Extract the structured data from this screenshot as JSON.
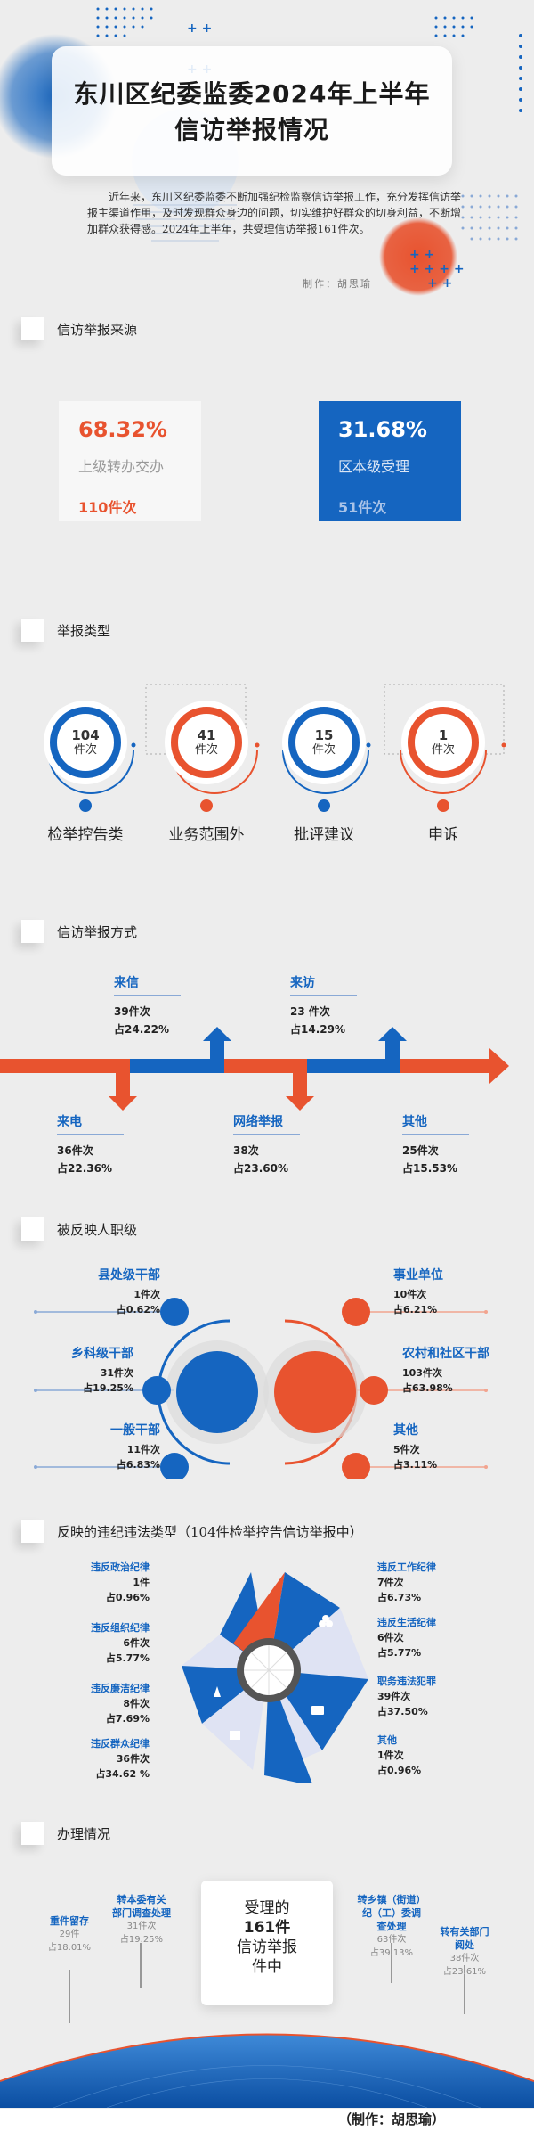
{
  "header": {
    "title_line1": "东川区纪委监委2024年上半年",
    "title_line2": "信访举报情况",
    "intro": "近年来，东川区纪委监委不断加强纪检监察信访举报工作，充分发挥信访举报主渠道作用，及时发现群众身边的问题，切实维护好群众的切身利益，不断增加群众获得感。2024年上半年，共受理信访举报161件次。",
    "author": "制作：胡思瑜"
  },
  "sections": {
    "source": "信访举报来源",
    "types": "举报类型",
    "methods": "信访举报方式",
    "rank": "被反映人职级",
    "violation": "反映的违纪违法类型（104件检举控告信访举报中）",
    "handling": "办理情况"
  },
  "source": {
    "left": {
      "pct": "68.32%",
      "label": "上级转办交办",
      "count": "110件次"
    },
    "right": {
      "pct": "31.68%",
      "label": "区本级受理",
      "count": "51件次"
    }
  },
  "types": [
    {
      "num": "104",
      "unit": "件次",
      "label": "检举控告类",
      "color": "#1565c0"
    },
    {
      "num": "41",
      "unit": "件次",
      "label": "业务范围外",
      "color": "#e8532f"
    },
    {
      "num": "15",
      "unit": "件次",
      "label": "批评建议",
      "color": "#1565c0"
    },
    {
      "num": "1",
      "unit": "件次",
      "label": "申诉",
      "color": "#e8532f"
    }
  ],
  "methods": {
    "letter": {
      "name": "来信",
      "count": "39件次",
      "pct": "占24.22%"
    },
    "visit": {
      "name": "来访",
      "count": "23 件次",
      "pct": "占14.29%"
    },
    "phone": {
      "name": "来电",
      "count": "36件次",
      "pct": "占22.36%"
    },
    "online": {
      "name": "网络举报",
      "count": "38次",
      "pct": "占23.60%"
    },
    "other": {
      "name": "其他",
      "count": "25件次",
      "pct": "占15.53%"
    }
  },
  "rank": {
    "county": {
      "name": "县处级干部",
      "count": "1件次",
      "pct": "占0.62%"
    },
    "township": {
      "name": "乡科级干部",
      "count": "31件次",
      "pct": "占19.25%"
    },
    "general": {
      "name": "一般干部",
      "count": "11件次",
      "pct": "占6.83%"
    },
    "institution": {
      "name": "事业单位",
      "count": "10件次",
      "pct": "占6.21%"
    },
    "rural": {
      "name": "农村和社区干部",
      "count": "103件次",
      "pct": "占63.98%"
    },
    "others": {
      "name": "其他",
      "count": "5件次",
      "pct": "占3.11%"
    }
  },
  "violation": {
    "political": {
      "name": "违反政治纪律",
      "count": "1件",
      "pct": "占0.96%"
    },
    "organization": {
      "name": "违反组织纪律",
      "count": "6件次",
      "pct": "占5.77%"
    },
    "integrity": {
      "name": "违反廉洁纪律",
      "count": "8件次",
      "pct": "占7.69%"
    },
    "masses": {
      "name": "违反群众纪律",
      "count": "36件次",
      "pct": "占34.62 %"
    },
    "work": {
      "name": "违反工作纪律",
      "count": "7件次",
      "pct": "占6.73%"
    },
    "life": {
      "name": "违反生活纪律",
      "count": "6件次",
      "pct": "占5.77%"
    },
    "duty": {
      "name": "职务违法犯罪",
      "count": "39件次",
      "pct": "占37.50%"
    },
    "other": {
      "name": "其他",
      "count": "1件次",
      "pct": "占0.96%"
    }
  },
  "handling": {
    "center_line1": "受理的",
    "center_line2": "161件",
    "center_line3": "信访举报",
    "center_line4": "件中",
    "keep": {
      "name": "重件留存",
      "count": "29件",
      "pct": "占18.01%"
    },
    "transfer_dept": {
      "name1": "转本委有关",
      "name2": "部门调查处理",
      "count": "31件次",
      "pct": "占19.25%"
    },
    "township": {
      "name1": "转乡镇（街道）",
      "name2": "纪（工）委调",
      "name3": "查处理",
      "count": "63件次",
      "pct": "占39.13%"
    },
    "related": {
      "name1": "转有关部门",
      "name2": "阅处",
      "count": "38件次",
      "pct": "占23.61%"
    }
  },
  "footer": "（制作：胡思瑜）",
  "colors": {
    "blue": "#1565c0",
    "red": "#e8532f"
  }
}
